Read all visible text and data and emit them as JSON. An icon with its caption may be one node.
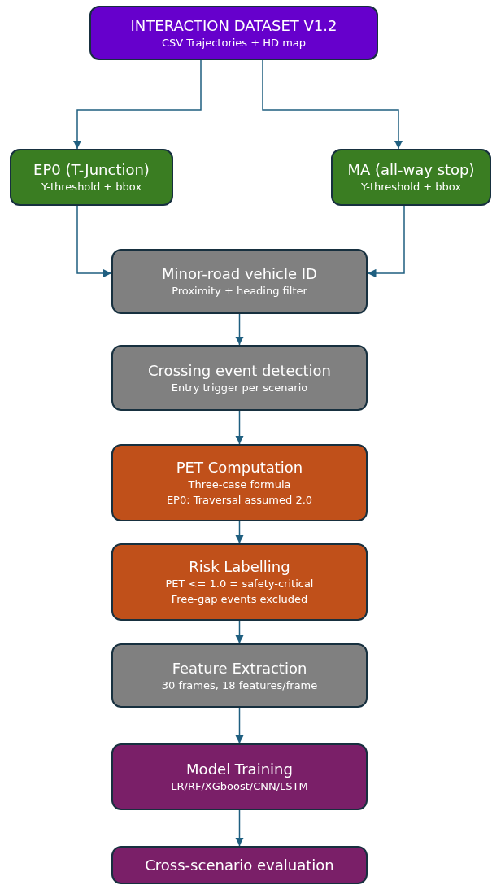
{
  "diagram": {
    "nodes": [
      {
        "text": [
          "INTERACTION DATASET V1.2",
          "CSV Trajectories + HD map"
        ]
      },
      {
        "text": [
          "EP0 (T-Junction)",
          "Y-threshold + bbox"
        ]
      },
      {
        "text": [
          "MA (all-way stop)",
          "Y-threshold + bbox"
        ]
      },
      {
        "text": [
          "Minor-road vehicle ID",
          "Proximity + heading filter"
        ]
      },
      {
        "text": [
          "Crossing event detection",
          "Entry trigger per scenario"
        ]
      },
      {
        "text": [
          "PET Computation",
          "Three-case formula",
          "EP0: Traversal assumed 2.0"
        ]
      },
      {
        "text": [
          "Risk Labelling",
          "PET <= 1.0 = safety-critical",
          "Free-gap events excluded"
        ]
      },
      {
        "text": [
          "Feature Extraction",
          "30 frames, 18 features/frame"
        ]
      },
      {
        "text": [
          "Model Training",
          "LR/RF/XGboost/CNN/LSTM"
        ]
      },
      {
        "text": [
          "Cross-scenario evaluation"
        ]
      }
    ],
    "edges": [
      {
        "from": 0,
        "to": 1,
        "arrow": "to"
      },
      {
        "from": 0,
        "to": 2,
        "arrow": "to"
      },
      {
        "from": 1,
        "to": 3,
        "arrow": "to"
      },
      {
        "from": 2,
        "to": 3,
        "arrow": "to"
      },
      {
        "from": 3,
        "to": 4,
        "arrow": "to"
      },
      {
        "from": 4,
        "to": 5,
        "arrow": "to"
      },
      {
        "from": 5,
        "to": 6,
        "arrow": "to"
      },
      {
        "from": 6,
        "to": 7,
        "arrow": "to"
      },
      {
        "from": 7,
        "to": 8,
        "arrow": "to"
      },
      {
        "from": 8,
        "to": 9,
        "arrow": "to"
      }
    ]
  }
}
